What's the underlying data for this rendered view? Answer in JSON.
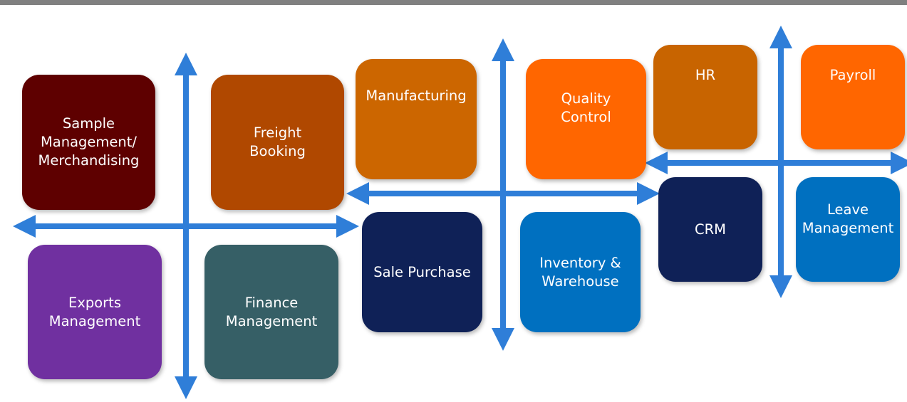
{
  "colors": {
    "arrow": "#2f7ed8",
    "maroon": "#5e0000",
    "rust": "#b04800",
    "orange_dark": "#cc6600",
    "orange": "#ff6600",
    "purple": "#7030a0",
    "teal": "#365f66",
    "navy": "#0f2157",
    "blue": "#0070c0",
    "hr": "#c86400"
  },
  "tiles": {
    "sample": "Sample\nManagement/\nMerchandising",
    "freight": "Freight\nBooking",
    "exports": "Exports\nManagement",
    "finance": "Finance\nManagement",
    "manufacturing": "Manufacturing",
    "quality": "Quality\nControl",
    "sale": "Sale Purchase",
    "inventory": "Inventory &\nWarehouse",
    "hr": "HR",
    "payroll": "Payroll",
    "crm": "CRM",
    "leave": "Leave\nManagement"
  }
}
